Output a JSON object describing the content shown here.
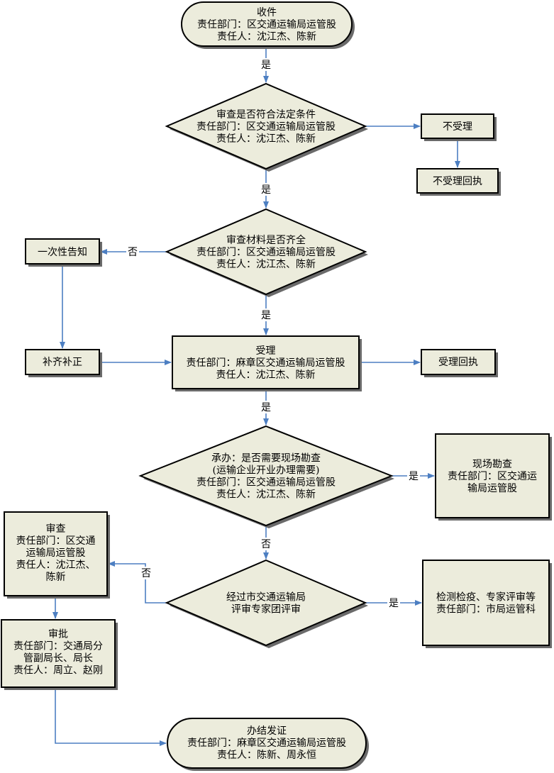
{
  "nodes": {
    "receive": [
      "收件",
      "责任部门：区交通运输局运管股",
      "责任人：沈江杰、陈新"
    ],
    "check_legal": [
      "审查是否符合法定条件",
      "责任部门：区交通运输局运管股",
      "责任人：沈江杰、陈新"
    ],
    "not_accepted": [
      "不受理"
    ],
    "not_accepted_receipt": [
      "不受理回执"
    ],
    "check_materials": [
      "审查材料是否齐全",
      "责任部门：区交通运输局运管股",
      "责任人：沈江杰、陈新"
    ],
    "one_time_notice": [
      "一次性告知"
    ],
    "supplement": [
      "补齐补正"
    ],
    "accept": [
      "受理",
      "责任部门：麻章区交通运输局运管股",
      "责任人：沈江杰、陈新"
    ],
    "accept_receipt": [
      "受理回执"
    ],
    "handle": [
      "承办：是否需要现场勘查",
      "(运输企业开业办理需要)",
      "责任部门：区交通运输局运管股",
      "责任人：沈江杰、陈新"
    ],
    "site_survey": [
      "现场勘查",
      "责任部门：区交通运",
      "输局运管股"
    ],
    "expert_review": [
      "经过市交通运输局",
      "评审专家团评审"
    ],
    "inspection": [
      "检测检疫、专家评审等",
      "责任部门：市局运管科"
    ],
    "review": [
      "审查",
      "责任部门：区交通",
      "运输局运管股",
      "责任人：沈江杰、",
      "陈新"
    ],
    "approve": [
      "审批",
      "责任部门：交通局分",
      "管副局长、局长",
      "责任人：周立、赵刚"
    ],
    "finish": [
      "办结发证",
      "责任部门：麻章区交通运输局运管股",
      "责任人：陈新、周永恒"
    ]
  },
  "labels": {
    "yes": "是",
    "no": "否"
  }
}
